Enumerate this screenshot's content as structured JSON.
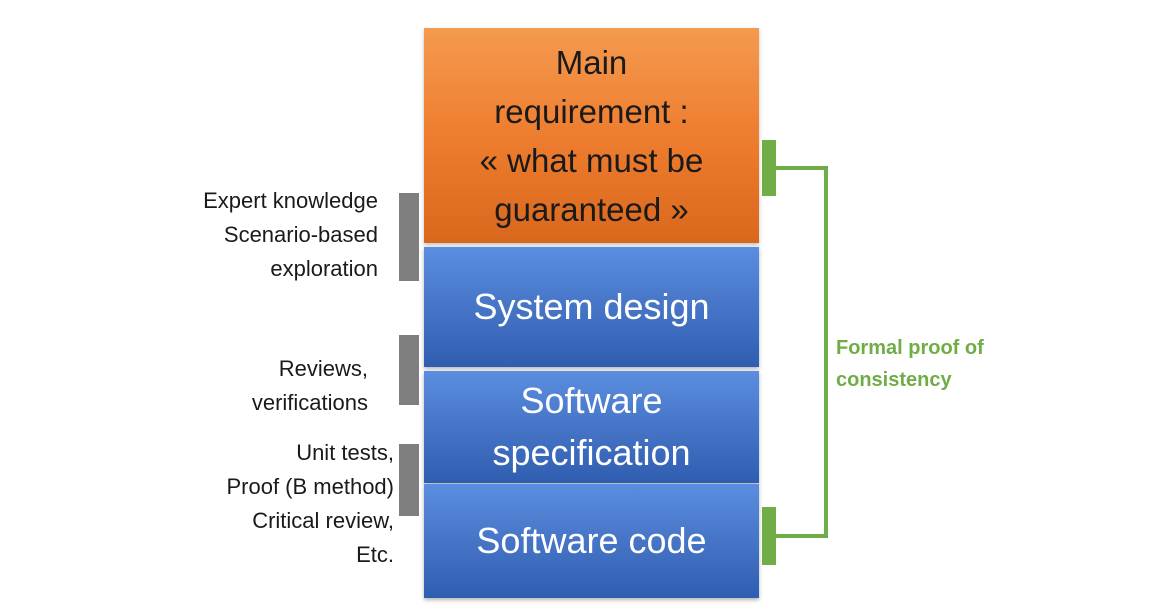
{
  "boxes": {
    "main_requirement": [
      "Main",
      "requirement :",
      "« what must be",
      "guaranteed »"
    ],
    "system_design": "System design",
    "software_specification": [
      "Software",
      "specification"
    ],
    "software_code": "Software code"
  },
  "side_labels": {
    "group1": [
      "Expert knowledge",
      "Scenario-based",
      "exploration"
    ],
    "group2": [
      "Reviews,",
      "verifications"
    ],
    "group3": [
      "Unit tests,",
      "Proof (B method)",
      "Critical review,",
      "Etc."
    ]
  },
  "formal_proof": [
    "Formal proof of",
    "consistency"
  ],
  "colors": {
    "orange_box": "#ee7d2f",
    "blue_box": "#4472c4",
    "gray_bracket": "#7f7f7f",
    "green_bracket": "#70ad47"
  }
}
